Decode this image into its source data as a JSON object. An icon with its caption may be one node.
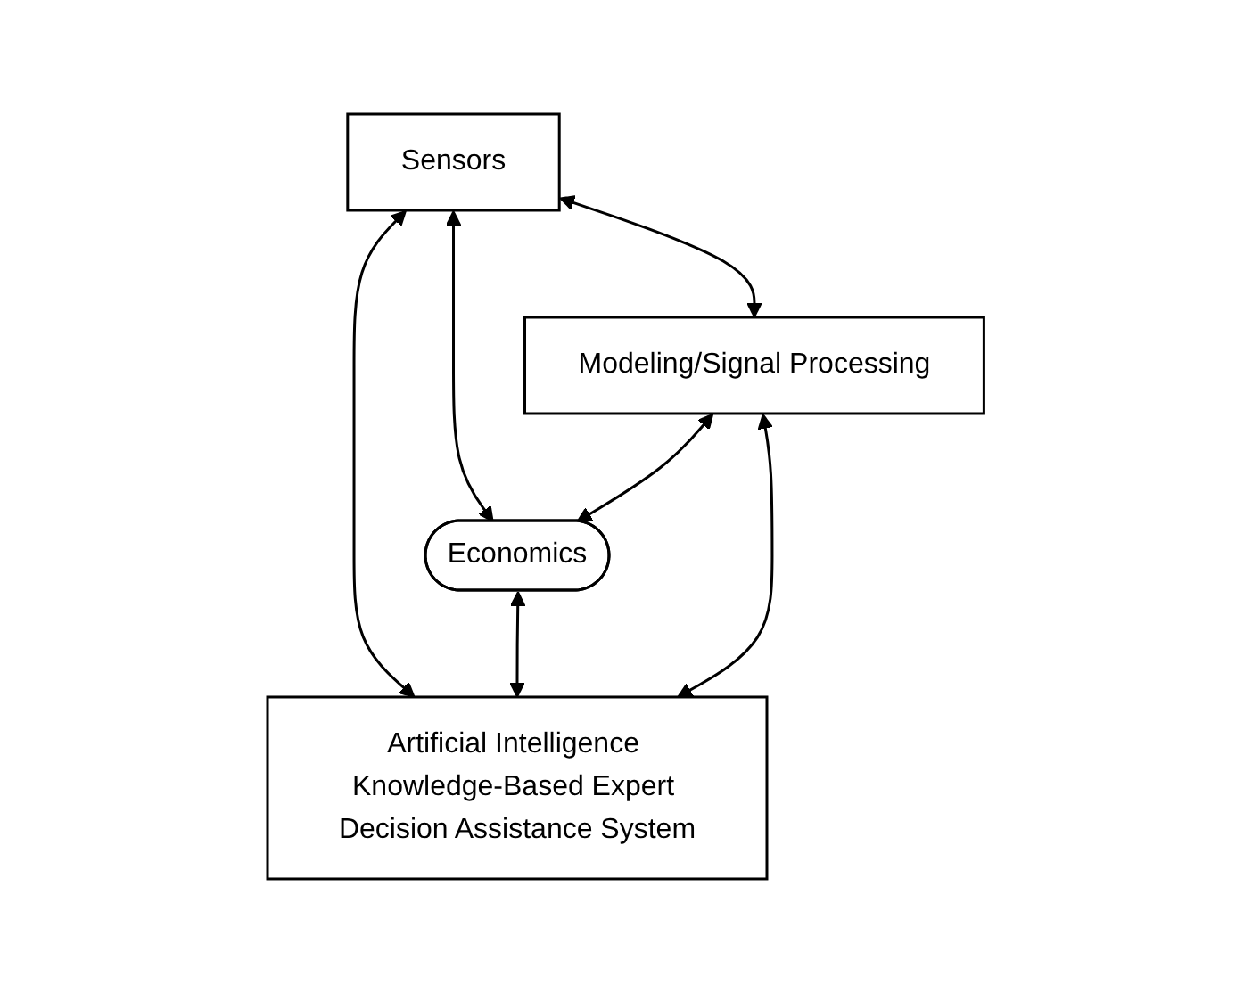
{
  "diagram": {
    "nodes": [
      {
        "text": [
          "Sensors"
        ]
      },
      {
        "text": [
          "Modeling/Signal Processing"
        ]
      },
      {
        "text": [
          "Economics"
        ]
      },
      {
        "text": [
          "Artificial Intelligence Knowledge-Based Expert Decision Assistance System"
        ]
      }
    ],
    "edges": [
      {
        "from": 0,
        "to": 1,
        "arrow": "both"
      },
      {
        "from": 0,
        "to": 2,
        "arrow": "both"
      },
      {
        "from": 1,
        "to": 2,
        "arrow": "both"
      },
      {
        "from": 0,
        "to": 3,
        "arrow": "both"
      },
      {
        "from": 2,
        "to": 3,
        "arrow": "both"
      },
      {
        "from": 1,
        "to": 3,
        "arrow": "both"
      }
    ]
  }
}
